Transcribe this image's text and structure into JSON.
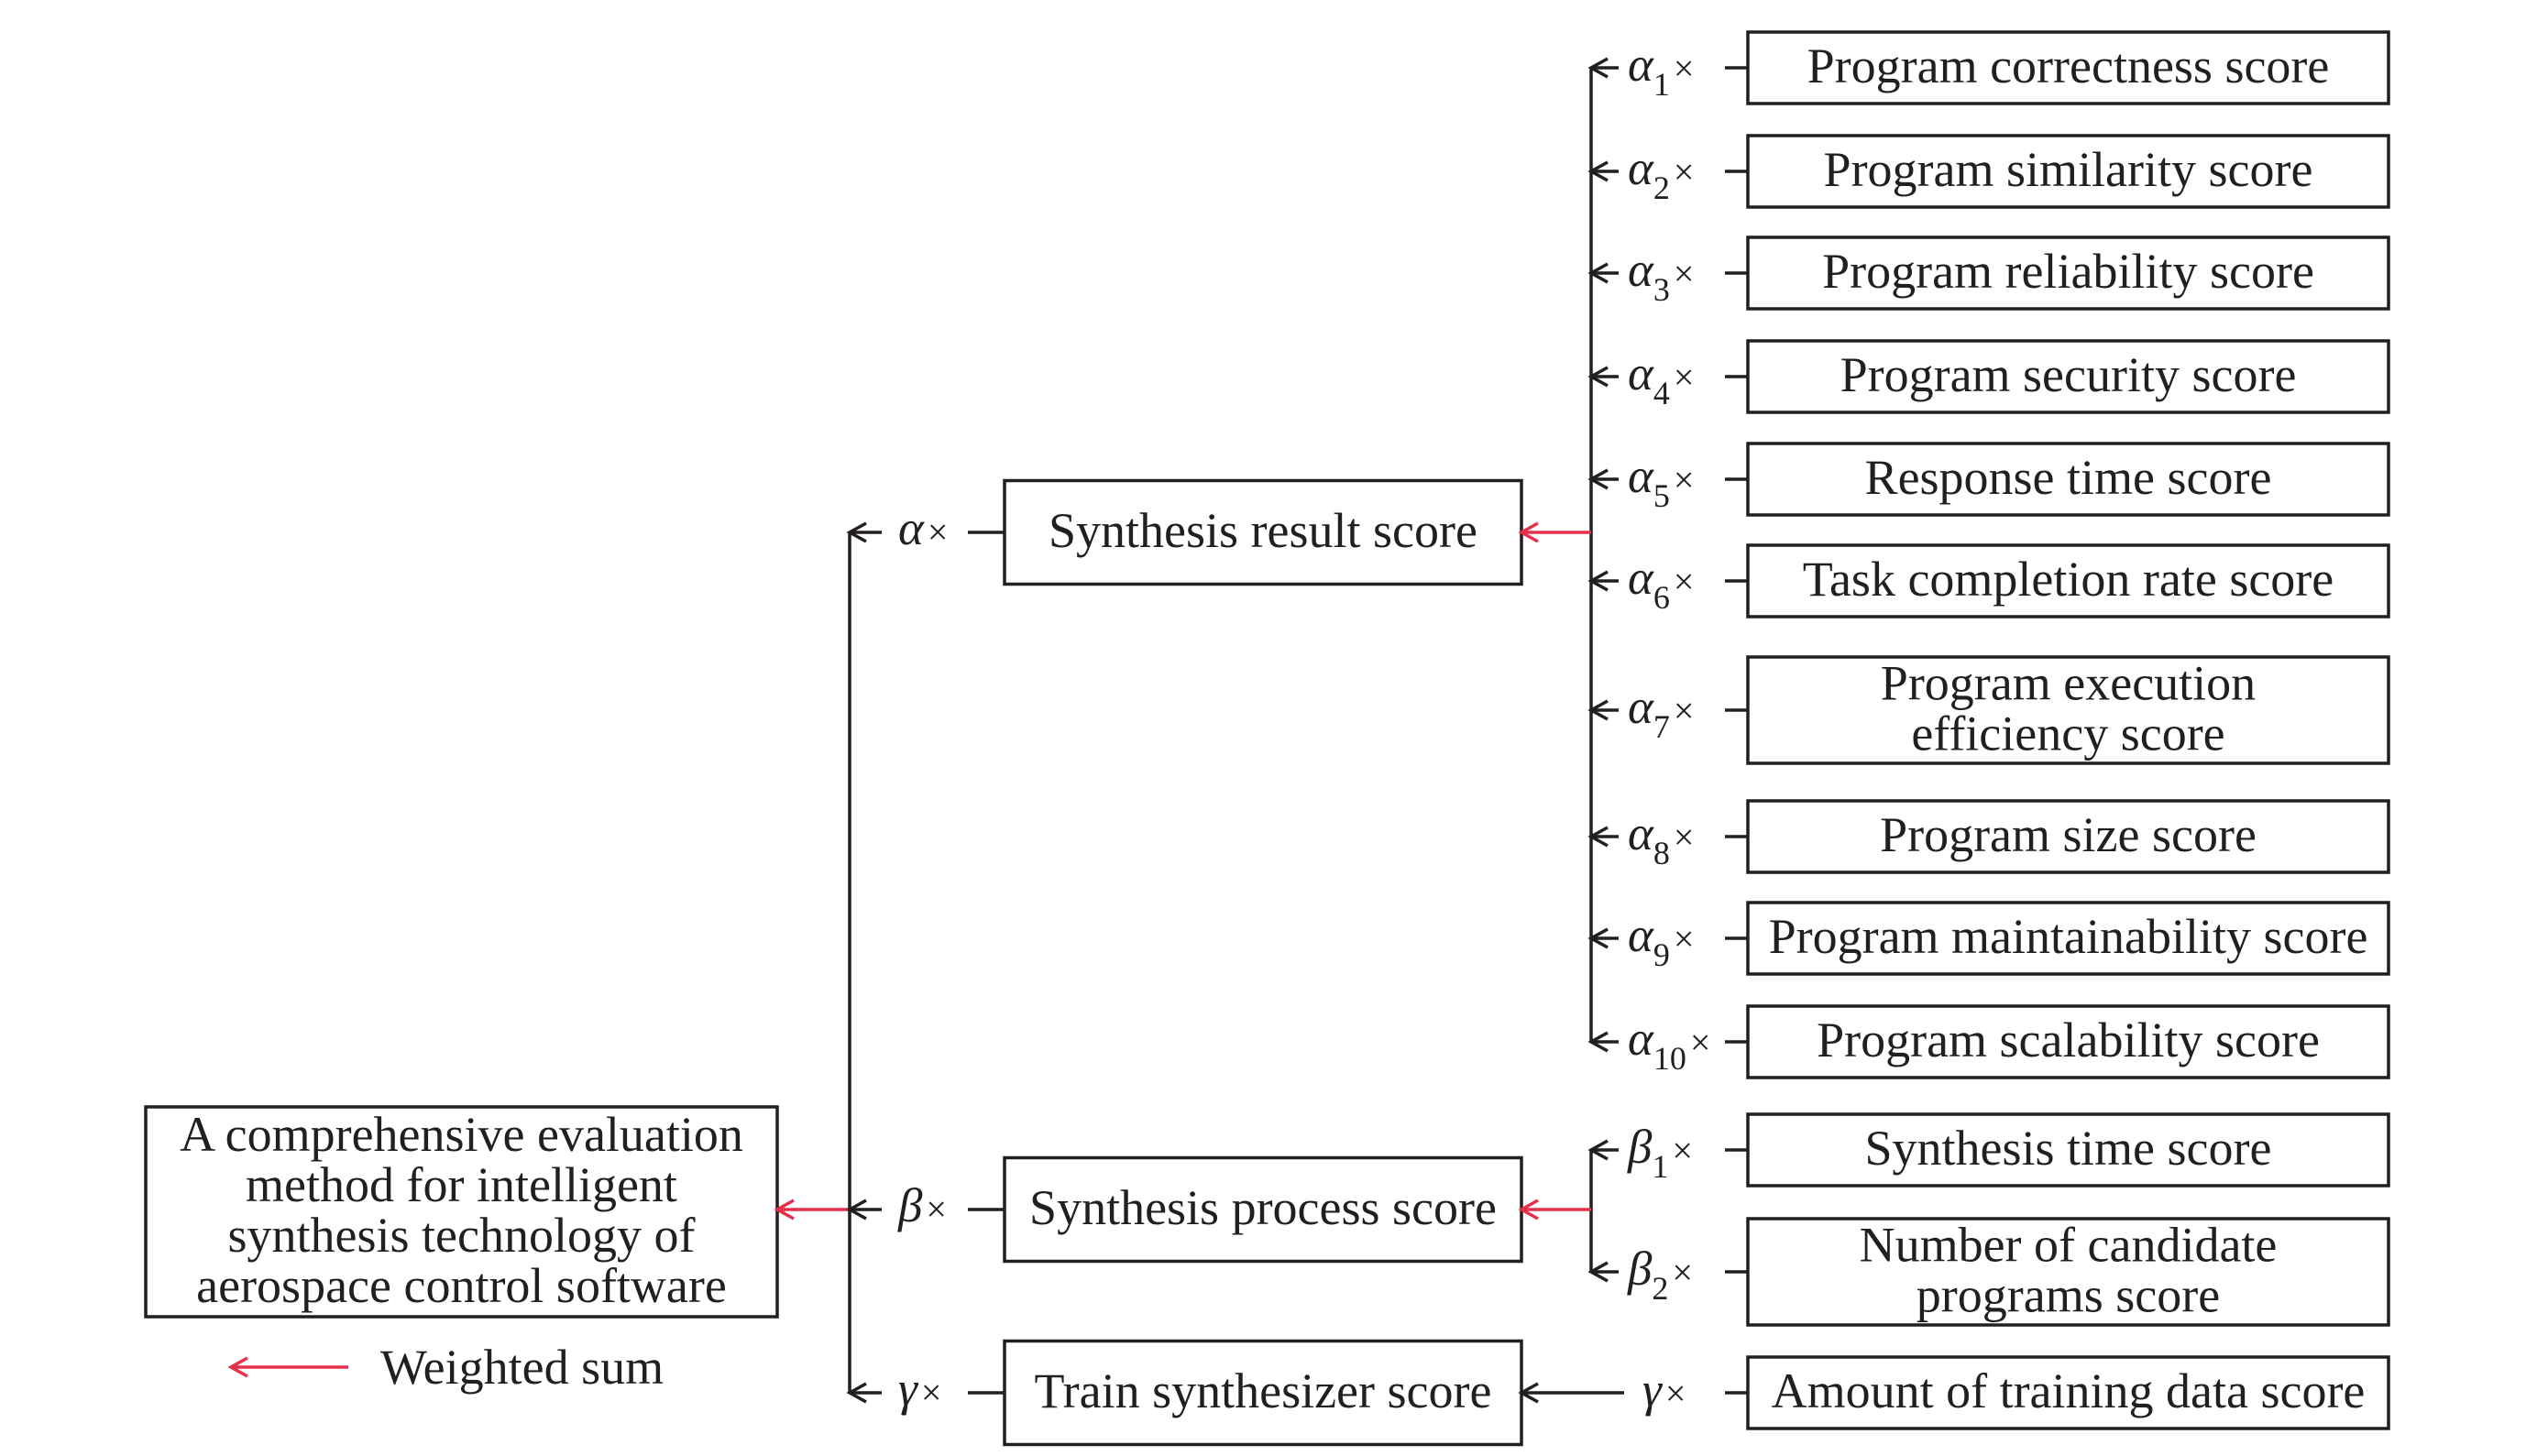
{
  "root": {
    "lines": [
      "A comprehensive evaluation",
      "method for intelligent",
      "synthesis technology of",
      "aerospace control software"
    ],
    "weighted_sum": true
  },
  "legend": {
    "label": "Weighted sum"
  },
  "operator": "×",
  "colors": {
    "line": "#231f20",
    "weighted_sum": "#e5304b"
  },
  "groups": [
    {
      "weight": {
        "symbol": "α"
      },
      "label": [
        "Synthesis result score"
      ],
      "weighted_sum": true,
      "items": [
        {
          "weight": {
            "symbol": "α",
            "sub": "1"
          },
          "label": [
            "Program correctness score"
          ]
        },
        {
          "weight": {
            "symbol": "α",
            "sub": "2"
          },
          "label": [
            "Program similarity score"
          ]
        },
        {
          "weight": {
            "symbol": "α",
            "sub": "3"
          },
          "label": [
            "Program reliability score"
          ]
        },
        {
          "weight": {
            "symbol": "α",
            "sub": "4"
          },
          "label": [
            "Program security score"
          ]
        },
        {
          "weight": {
            "symbol": "α",
            "sub": "5"
          },
          "label": [
            "Response time score"
          ]
        },
        {
          "weight": {
            "symbol": "α",
            "sub": "6"
          },
          "label": [
            "Task completion rate score"
          ]
        },
        {
          "weight": {
            "symbol": "α",
            "sub": "7"
          },
          "label": [
            "Program execution",
            "efficiency score"
          ]
        },
        {
          "weight": {
            "symbol": "α",
            "sub": "8"
          },
          "label": [
            "Program size score"
          ]
        },
        {
          "weight": {
            "symbol": "α",
            "sub": "9"
          },
          "label": [
            "Program maintainability score"
          ]
        },
        {
          "weight": {
            "symbol": "α",
            "sub": "10"
          },
          "label": [
            "Program scalability score"
          ]
        }
      ]
    },
    {
      "weight": {
        "symbol": "β"
      },
      "label": [
        "Synthesis process score"
      ],
      "weighted_sum": true,
      "items": [
        {
          "weight": {
            "symbol": "β",
            "sub": "1"
          },
          "label": [
            "Synthesis time score"
          ]
        },
        {
          "weight": {
            "symbol": "β",
            "sub": "2"
          },
          "label": [
            "Number of candidate",
            "programs score"
          ]
        }
      ]
    },
    {
      "weight": {
        "symbol": "γ"
      },
      "label": [
        "Train synthesizer score"
      ],
      "weighted_sum": false,
      "items": [
        {
          "weight": {
            "symbol": "γ"
          },
          "label": [
            "Amount of training data score"
          ]
        }
      ]
    }
  ]
}
